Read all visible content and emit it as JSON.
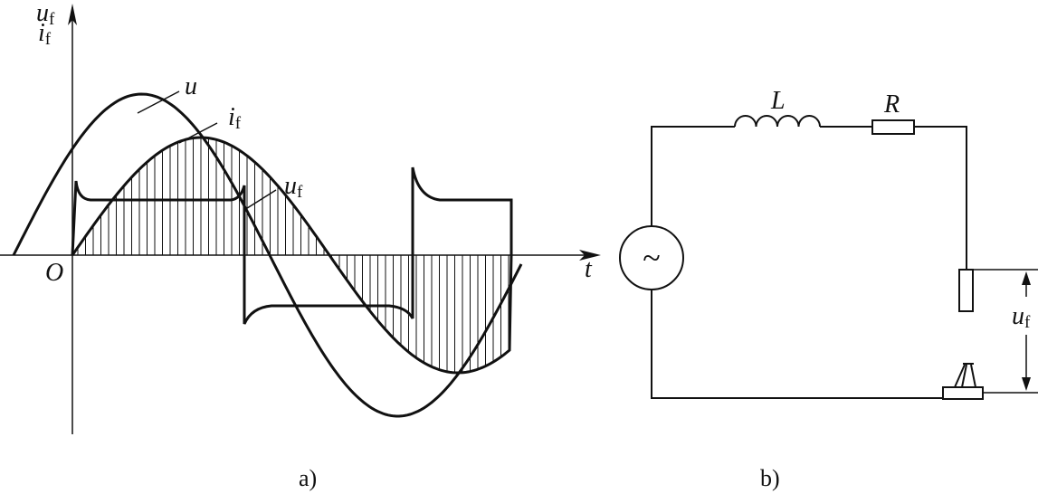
{
  "panel_a": {
    "caption": "a)",
    "y_axis_label_top": "u",
    "y_axis_label_top_sub": "f",
    "y_axis_label_bottom": "i",
    "y_axis_label_bottom_sub": "f",
    "x_axis_label": "t",
    "origin_label": "O",
    "curve_u_label": "u",
    "curve_if_label": "i",
    "curve_if_label_sub": "f",
    "curve_uf_label": "u",
    "curve_uf_label_sub": "f"
  },
  "panel_b": {
    "caption": "b)",
    "inductor_label": "L",
    "resistor_label": "R",
    "source_symbol": "~",
    "voltage_label": "u",
    "voltage_label_sub": "f"
  }
}
